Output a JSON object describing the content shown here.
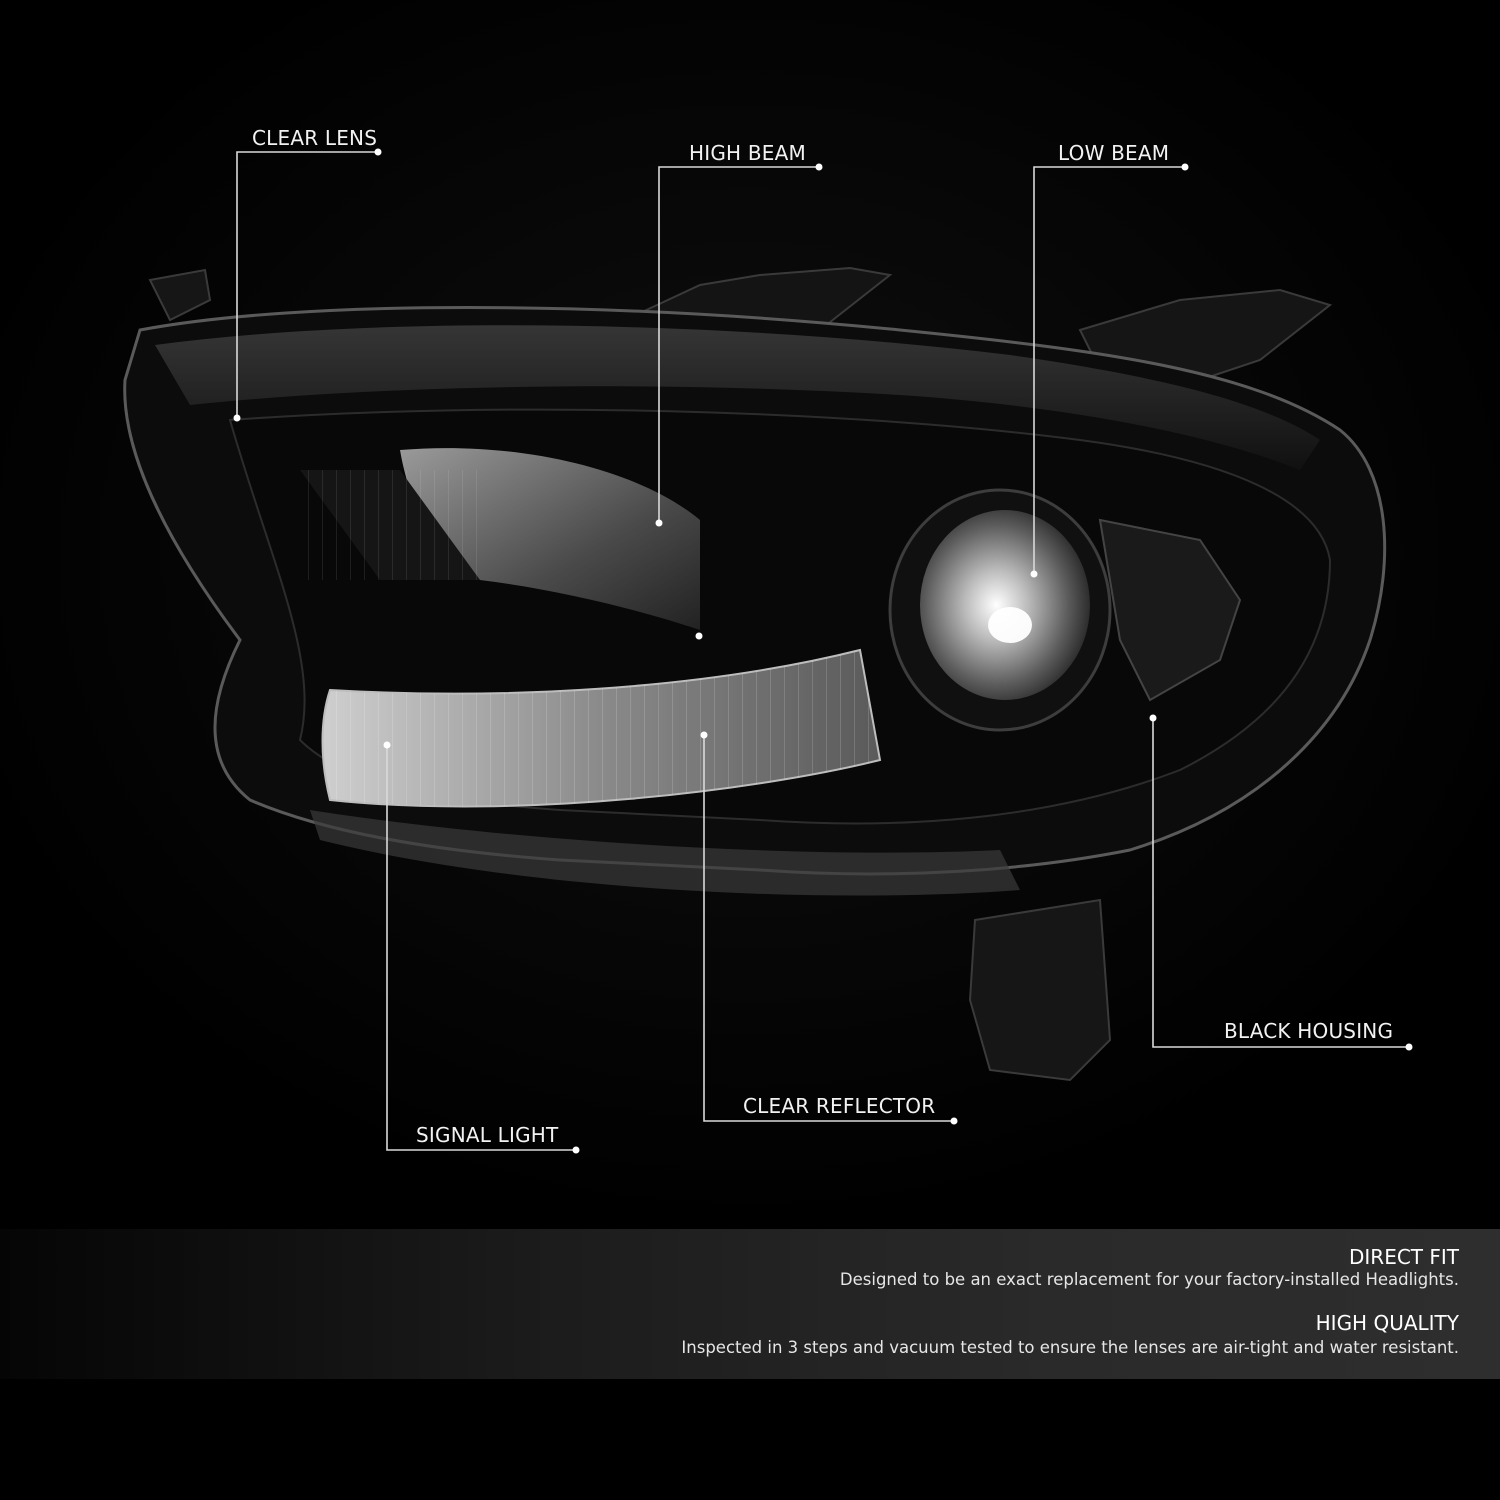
{
  "callouts": {
    "clear_lens": "CLEAR LENS",
    "high_beam": "HIGH BEAM",
    "low_beam": "LOW BEAM",
    "black_housing": "BLACK HOUSING",
    "clear_reflector": "CLEAR REFLECTOR",
    "signal_light": "SIGNAL LIGHT"
  },
  "features": [
    {
      "title": "DIRECT FIT",
      "description": "Designed to be an exact replacement for your factory-installed Headlights."
    },
    {
      "title": "HIGH QUALITY",
      "description": "Inspected in 3 steps and vacuum tested to ensure the lenses are air-tight and water resistant."
    }
  ],
  "colors": {
    "background": "#000000",
    "callout_line": "#d9d9d9",
    "text": "#ffffff",
    "info_band": "#2a2a2a"
  }
}
